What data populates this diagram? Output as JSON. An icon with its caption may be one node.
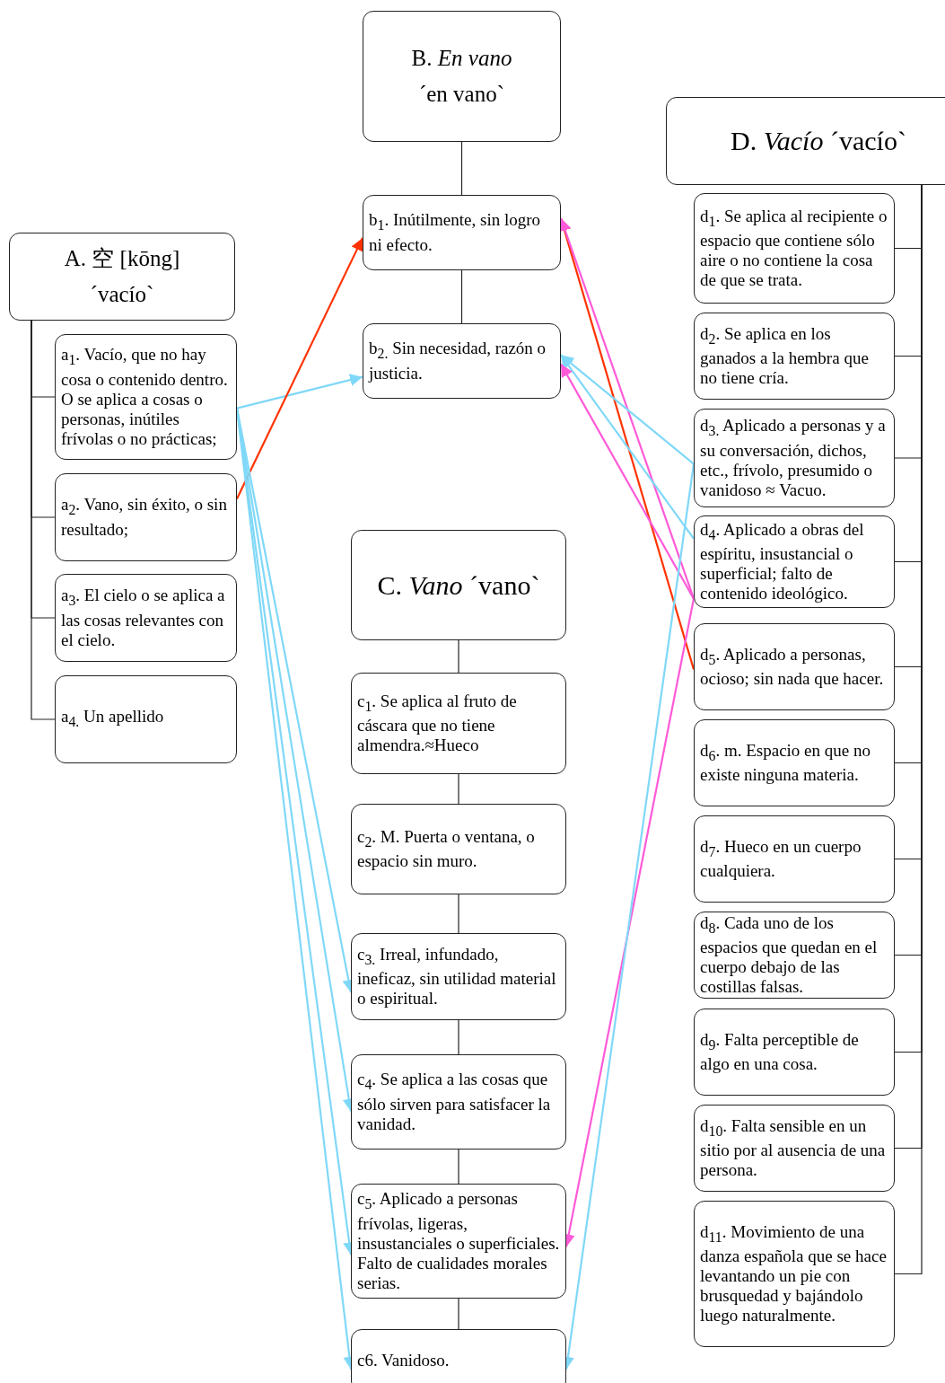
{
  "diagram": {
    "nodes": [
      {
        "text": [
          "A. 空 [kōng]",
          "´vacío`"
        ]
      },
      {
        "text": [
          "a$_{1}$. Vacío, que no hay cosa o contenido dentro. O se aplica a cosas o personas, inútiles frívolas o no prácticas;"
        ]
      },
      {
        "text": [
          "a$_{2}$. Vano, sin éxito, o sin resultado;"
        ]
      },
      {
        "text": [
          "a$_{3}$. El cielo o se aplica a las cosas relevantes con el cielo."
        ]
      },
      {
        "text": [
          "a$_{4.}$ Un apellido"
        ]
      },
      {
        "text": [
          "B. *En vano*",
          "´en vano`"
        ]
      },
      {
        "text": [
          "b$_{1}$. Inútilmente, sin logro ni efecto."
        ]
      },
      {
        "text": [
          "b$_{2.}$ Sin necesidad, razón o justicia."
        ]
      },
      {
        "text": [
          "C. *Vano* ´vano`"
        ]
      },
      {
        "text": [
          "c$_{1}$. Se aplica al fruto de cáscara que no tiene almendra.≈Hueco"
        ]
      },
      {
        "text": [
          "c$_{2}$. M. Puerta o ventana, o espacio sin muro."
        ]
      },
      {
        "text": [
          "c$_{3.}$ Irreal, infundado, ineficaz, sin utilidad material o espiritual."
        ]
      },
      {
        "text": [
          "c$_{4}$. Se aplica a las cosas que sólo sirven para satisfacer la vanidad."
        ]
      },
      {
        "text": [
          "c$_{5}$. Aplicado a personas frívolas, ligeras, insustanciales o superficiales. Falto de cualidades morales serias."
        ]
      },
      {
        "text": [
          "c6. Vanidoso."
        ]
      },
      {
        "text": [
          "D. *Vacío* ´vacío`"
        ]
      },
      {
        "text": [
          "d$_{1}$. Se aplica al recipiente o espacio que contiene sólo aire o no contiene la cosa de que se trata."
        ]
      },
      {
        "text": [
          "d$_{2}$. Se aplica en los ganados a la hembra que no tiene cría."
        ]
      },
      {
        "text": [
          "d$_{3.}$ Aplicado a personas y a su conversación, dichos, etc., frívolo, presumido o vanidoso ≈ Vacuo."
        ]
      },
      {
        "text": [
          "d$_{4}$. Aplicado a obras del espíritu, insustancial o superficial; falto de contenido ideológico."
        ]
      },
      {
        "text": [
          "d$_{5}$. Aplicado a personas, ocioso; sin nada que hacer."
        ]
      },
      {
        "text": [
          "d$_{6}$. m. Espacio en que no existe ninguna materia."
        ]
      },
      {
        "text": [
          "d$_{7}$. Hueco en un cuerpo cualquiera."
        ]
      },
      {
        "text": [
          "d$_{8}$. Cada uno de los espacios que quedan en el cuerpo debajo de las costillas falsas."
        ]
      },
      {
        "text": [
          "d$_{9}$. Falta perceptible de algo en una cosa."
        ]
      },
      {
        "text": [
          "d$_{10}$. Falta sensible en un sitio por al ausencia de una persona."
        ]
      },
      {
        "text": [
          "d$_{11}$. Movimiento de una danza española que se hace levantando un pie con brusquedad y bajándolo luego naturalmente."
        ]
      }
    ],
    "edges": [
      {
        "from": 0,
        "to": 1,
        "arrow": "none"
      },
      {
        "from": 0,
        "to": 2,
        "arrow": "none"
      },
      {
        "from": 0,
        "to": 3,
        "arrow": "none"
      },
      {
        "from": 0,
        "to": 4,
        "arrow": "none"
      },
      {
        "from": 5,
        "to": 6,
        "arrow": "none"
      },
      {
        "from": 6,
        "to": 7,
        "arrow": "none"
      },
      {
        "from": 8,
        "to": 9,
        "arrow": "none"
      },
      {
        "from": 9,
        "to": 10,
        "arrow": "none"
      },
      {
        "from": 10,
        "to": 11,
        "arrow": "none"
      },
      {
        "from": 11,
        "to": 12,
        "arrow": "none"
      },
      {
        "from": 12,
        "to": 13,
        "arrow": "none"
      },
      {
        "from": 13,
        "to": 14,
        "arrow": "none"
      },
      {
        "from": 15,
        "to": 16,
        "arrow": "none"
      },
      {
        "from": 15,
        "to": 17,
        "arrow": "none"
      },
      {
        "from": 15,
        "to": 18,
        "arrow": "none"
      },
      {
        "from": 15,
        "to": 19,
        "arrow": "none"
      },
      {
        "from": 15,
        "to": 20,
        "arrow": "none"
      },
      {
        "from": 15,
        "to": 21,
        "arrow": "none"
      },
      {
        "from": 15,
        "to": 22,
        "arrow": "none"
      },
      {
        "from": 15,
        "to": 23,
        "arrow": "none"
      },
      {
        "from": 15,
        "to": 24,
        "arrow": "none"
      },
      {
        "from": 15,
        "to": 25,
        "arrow": "none"
      },
      {
        "from": 15,
        "to": 26,
        "arrow": "none"
      },
      {
        "from": 1,
        "to": 7,
        "arrow": "to",
        "color": "#80d8f8"
      },
      {
        "from": 2,
        "to": 6,
        "arrow": "to",
        "color": "#ff3300"
      },
      {
        "from": 1,
        "to": 11,
        "arrow": "to",
        "color": "#80d8f8"
      },
      {
        "from": 1,
        "to": 12,
        "arrow": "to",
        "color": "#80d8f8"
      },
      {
        "from": 1,
        "to": 13,
        "arrow": "to",
        "color": "#80d8f8"
      },
      {
        "from": 1,
        "to": 14,
        "arrow": "to",
        "color": "#80d8f8"
      },
      {
        "from": 20,
        "to": 6,
        "arrow": "to",
        "color": "#ff3300"
      },
      {
        "from": 19,
        "to": 6,
        "arrow": "to",
        "color": "#ff5ad8"
      },
      {
        "from": 18,
        "to": 7,
        "arrow": "to",
        "color": "#80d8f8"
      },
      {
        "from": 19,
        "to": 7,
        "arrow": "to",
        "color": "#80d8f8"
      },
      {
        "from": 19,
        "to": 7,
        "arrow": "to",
        "color": "#ff5ad8"
      },
      {
        "from": 19,
        "to": 13,
        "arrow": "to",
        "color": "#ff5ad8"
      },
      {
        "from": 18,
        "to": 14,
        "arrow": "to",
        "color": "#80d8f8"
      }
    ]
  }
}
